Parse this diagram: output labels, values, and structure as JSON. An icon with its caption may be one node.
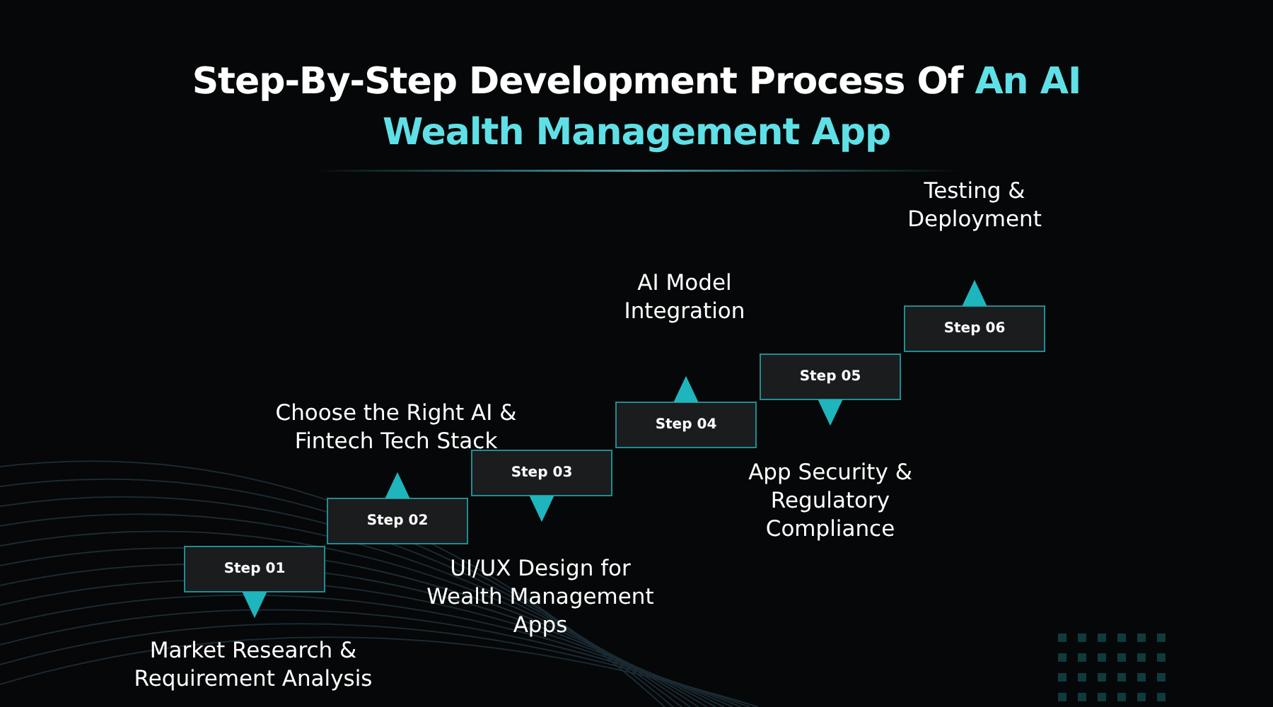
{
  "diagram": {
    "title": "Step-By-Step Development Process Of **An AI Wealth Management App**",
    "nodes": [
      {
        "text": [
          "Step 01"
        ]
      },
      {
        "text": [
          "Step 02"
        ]
      },
      {
        "text": [
          "Step 03"
        ]
      },
      {
        "text": [
          "Step 04"
        ]
      },
      {
        "text": [
          "Step 05"
        ]
      },
      {
        "text": [
          "Step 06"
        ]
      },
      {
        "text": [
          "Market Research & Requirement Analysis"
        ]
      },
      {
        "text": [
          "Choose the Right AI & Fintech Tech Stack"
        ]
      },
      {
        "text": [
          "UI/UX Design for Wealth Management Apps"
        ]
      },
      {
        "text": [
          "AI Model Integration"
        ]
      },
      {
        "text": [
          "App Security & Regulatory Compliance"
        ]
      },
      {
        "text": [
          "Testing & Deployment"
        ]
      }
    ],
    "edges": [
      {
        "from": 0,
        "to": 6,
        "arrow": "to"
      },
      {
        "from": 1,
        "to": 7,
        "arrow": "to"
      },
      {
        "from": 2,
        "to": 8,
        "arrow": "to"
      },
      {
        "from": 3,
        "to": 9,
        "arrow": "to"
      },
      {
        "from": 4,
        "to": 10,
        "arrow": "to"
      },
      {
        "from": 5,
        "to": 11,
        "arrow": "to"
      }
    ]
  }
}
